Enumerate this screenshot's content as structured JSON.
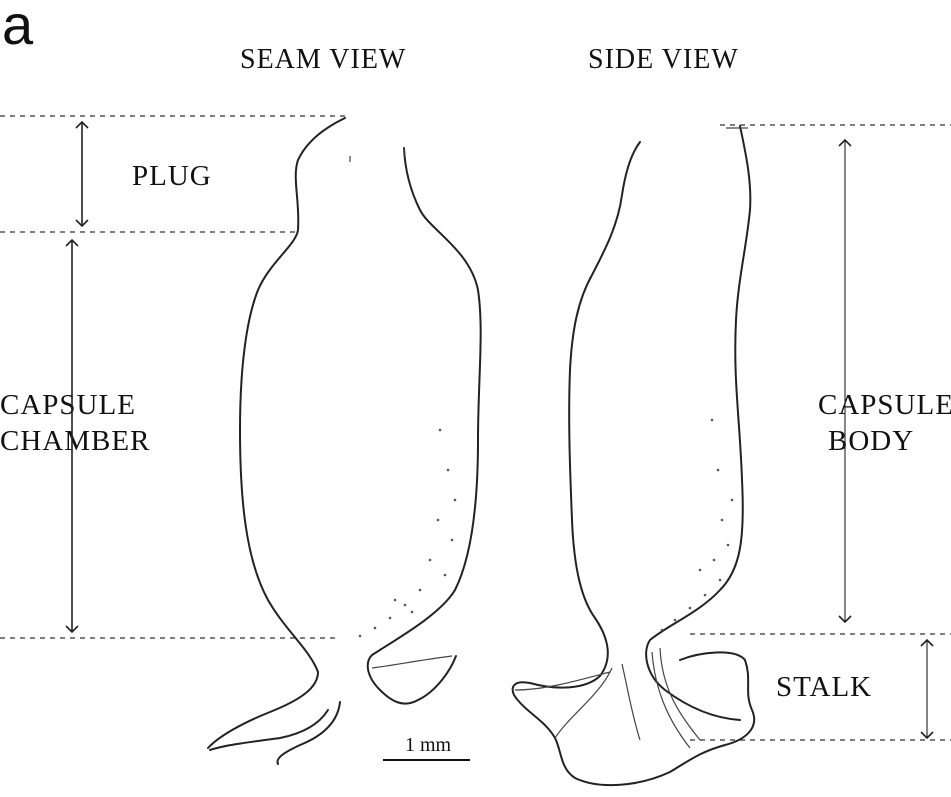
{
  "panel_label": "a",
  "headers": {
    "seam_view": "SEAM VIEW",
    "side_view": "SIDE VIEW"
  },
  "labels": {
    "plug": "PLUG",
    "capsule_chamber_1": "CAPSULE",
    "capsule_chamber_2": "CHAMBER",
    "capsule_body_1": "CAPSULE",
    "capsule_body_2": "BODY",
    "stalk": "STALK"
  },
  "scale_bar": {
    "label": "1 mm"
  },
  "colors": {
    "ink": "#222222",
    "background": "#ffffff"
  }
}
